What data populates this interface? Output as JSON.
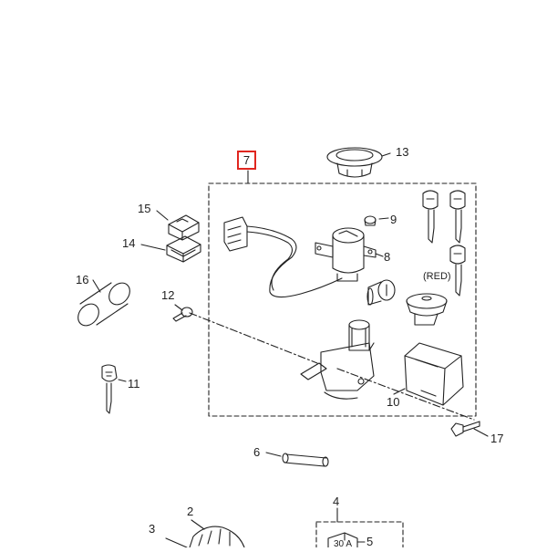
{
  "callouts": {
    "c1": "2",
    "c2": "3",
    "c3": "4",
    "c4": "5",
    "c5": "6",
    "c6": "7",
    "c7": "8",
    "c8": "9",
    "c9": "10",
    "c10": "11",
    "c11": "12",
    "c12": "13",
    "c13": "14",
    "c14": "15",
    "c15": "16",
    "c16": "17"
  },
  "note_red": "(RED)",
  "fuse_text": "30 A"
}
